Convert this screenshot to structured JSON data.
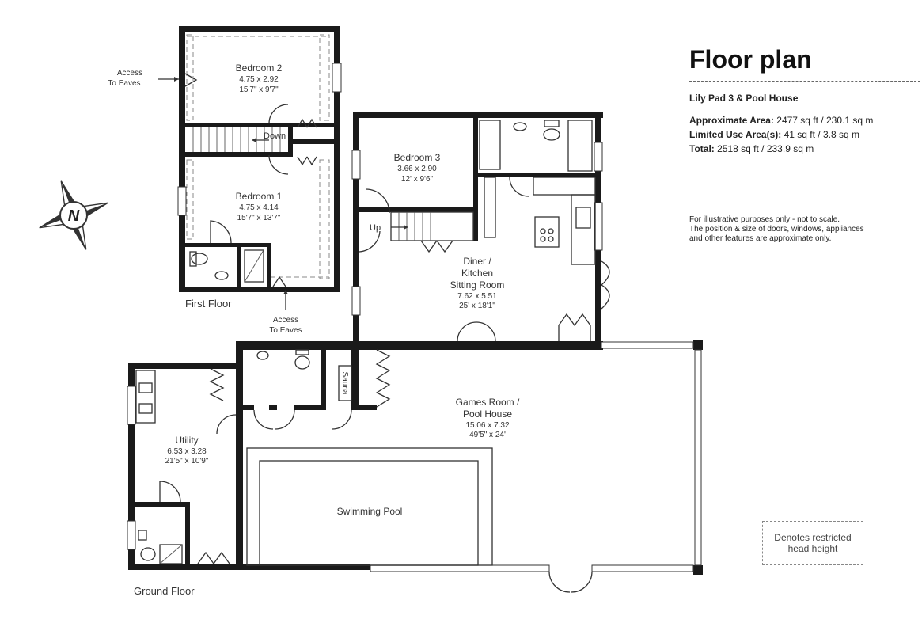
{
  "header": {
    "title": "Floor plan",
    "property_name": "Lily Pad 3 & Pool House",
    "approx_area_label": "Approximate Area:",
    "approx_area_value": "2477 sq ft / 230.1 sq m",
    "limited_use_label": "Limited Use Area(s):",
    "limited_use_value": "41 sq ft / 3.8 sq m",
    "total_label": "Total:",
    "total_value": "2518 sq ft / 233.9 sq m"
  },
  "disclaimer": {
    "line1": "For illustrative purposes only - not to scale.",
    "line2": "The position & size of doors, windows, appliances",
    "line3": "and other features are approximate only."
  },
  "legend": {
    "line1": "Denotes restricted",
    "line2": "head height"
  },
  "compass": {
    "letter": "N",
    "icon": "compass-icon"
  },
  "floors": {
    "first": "First Floor",
    "ground": "Ground Floor"
  },
  "rooms": {
    "bedroom2": {
      "name": "Bedroom 2",
      "metric": "4.75 x 2.92",
      "imperial": "15'7\" x 9'7\""
    },
    "bedroom1": {
      "name": "Bedroom 1",
      "metric": "4.75 x 4.14",
      "imperial": "15'7\" x 13'7\""
    },
    "bedroom3": {
      "name": "Bedroom 3",
      "metric": "3.66 x 2.90",
      "imperial": "12' x 9'6\""
    },
    "diner": {
      "line1": "Diner /",
      "line2": "Kitchen",
      "line3": "Sitting Room",
      "metric": "7.62 x 5.51",
      "imperial": "25' x 18'1\""
    },
    "games": {
      "line1": "Games Room /",
      "line2": "Pool House",
      "metric": "15.06 x 7.32",
      "imperial": "49'5\" x 24'"
    },
    "utility": {
      "name": "Utility",
      "metric": "6.53 x 3.28",
      "imperial": "21'5\" x 10'9\""
    },
    "pool": {
      "name": "Swimming Pool"
    },
    "sauna": {
      "name": "Sauna"
    }
  },
  "labels": {
    "access_eaves_1": "Access",
    "access_eaves_1b": "To Eaves",
    "access_eaves_2": "Access",
    "access_eaves_2b": "To Eaves",
    "down": "Down",
    "up": "Up"
  },
  "colors": {
    "wall": "#1a1a1a",
    "text": "#222222",
    "dashed": "#888888"
  }
}
